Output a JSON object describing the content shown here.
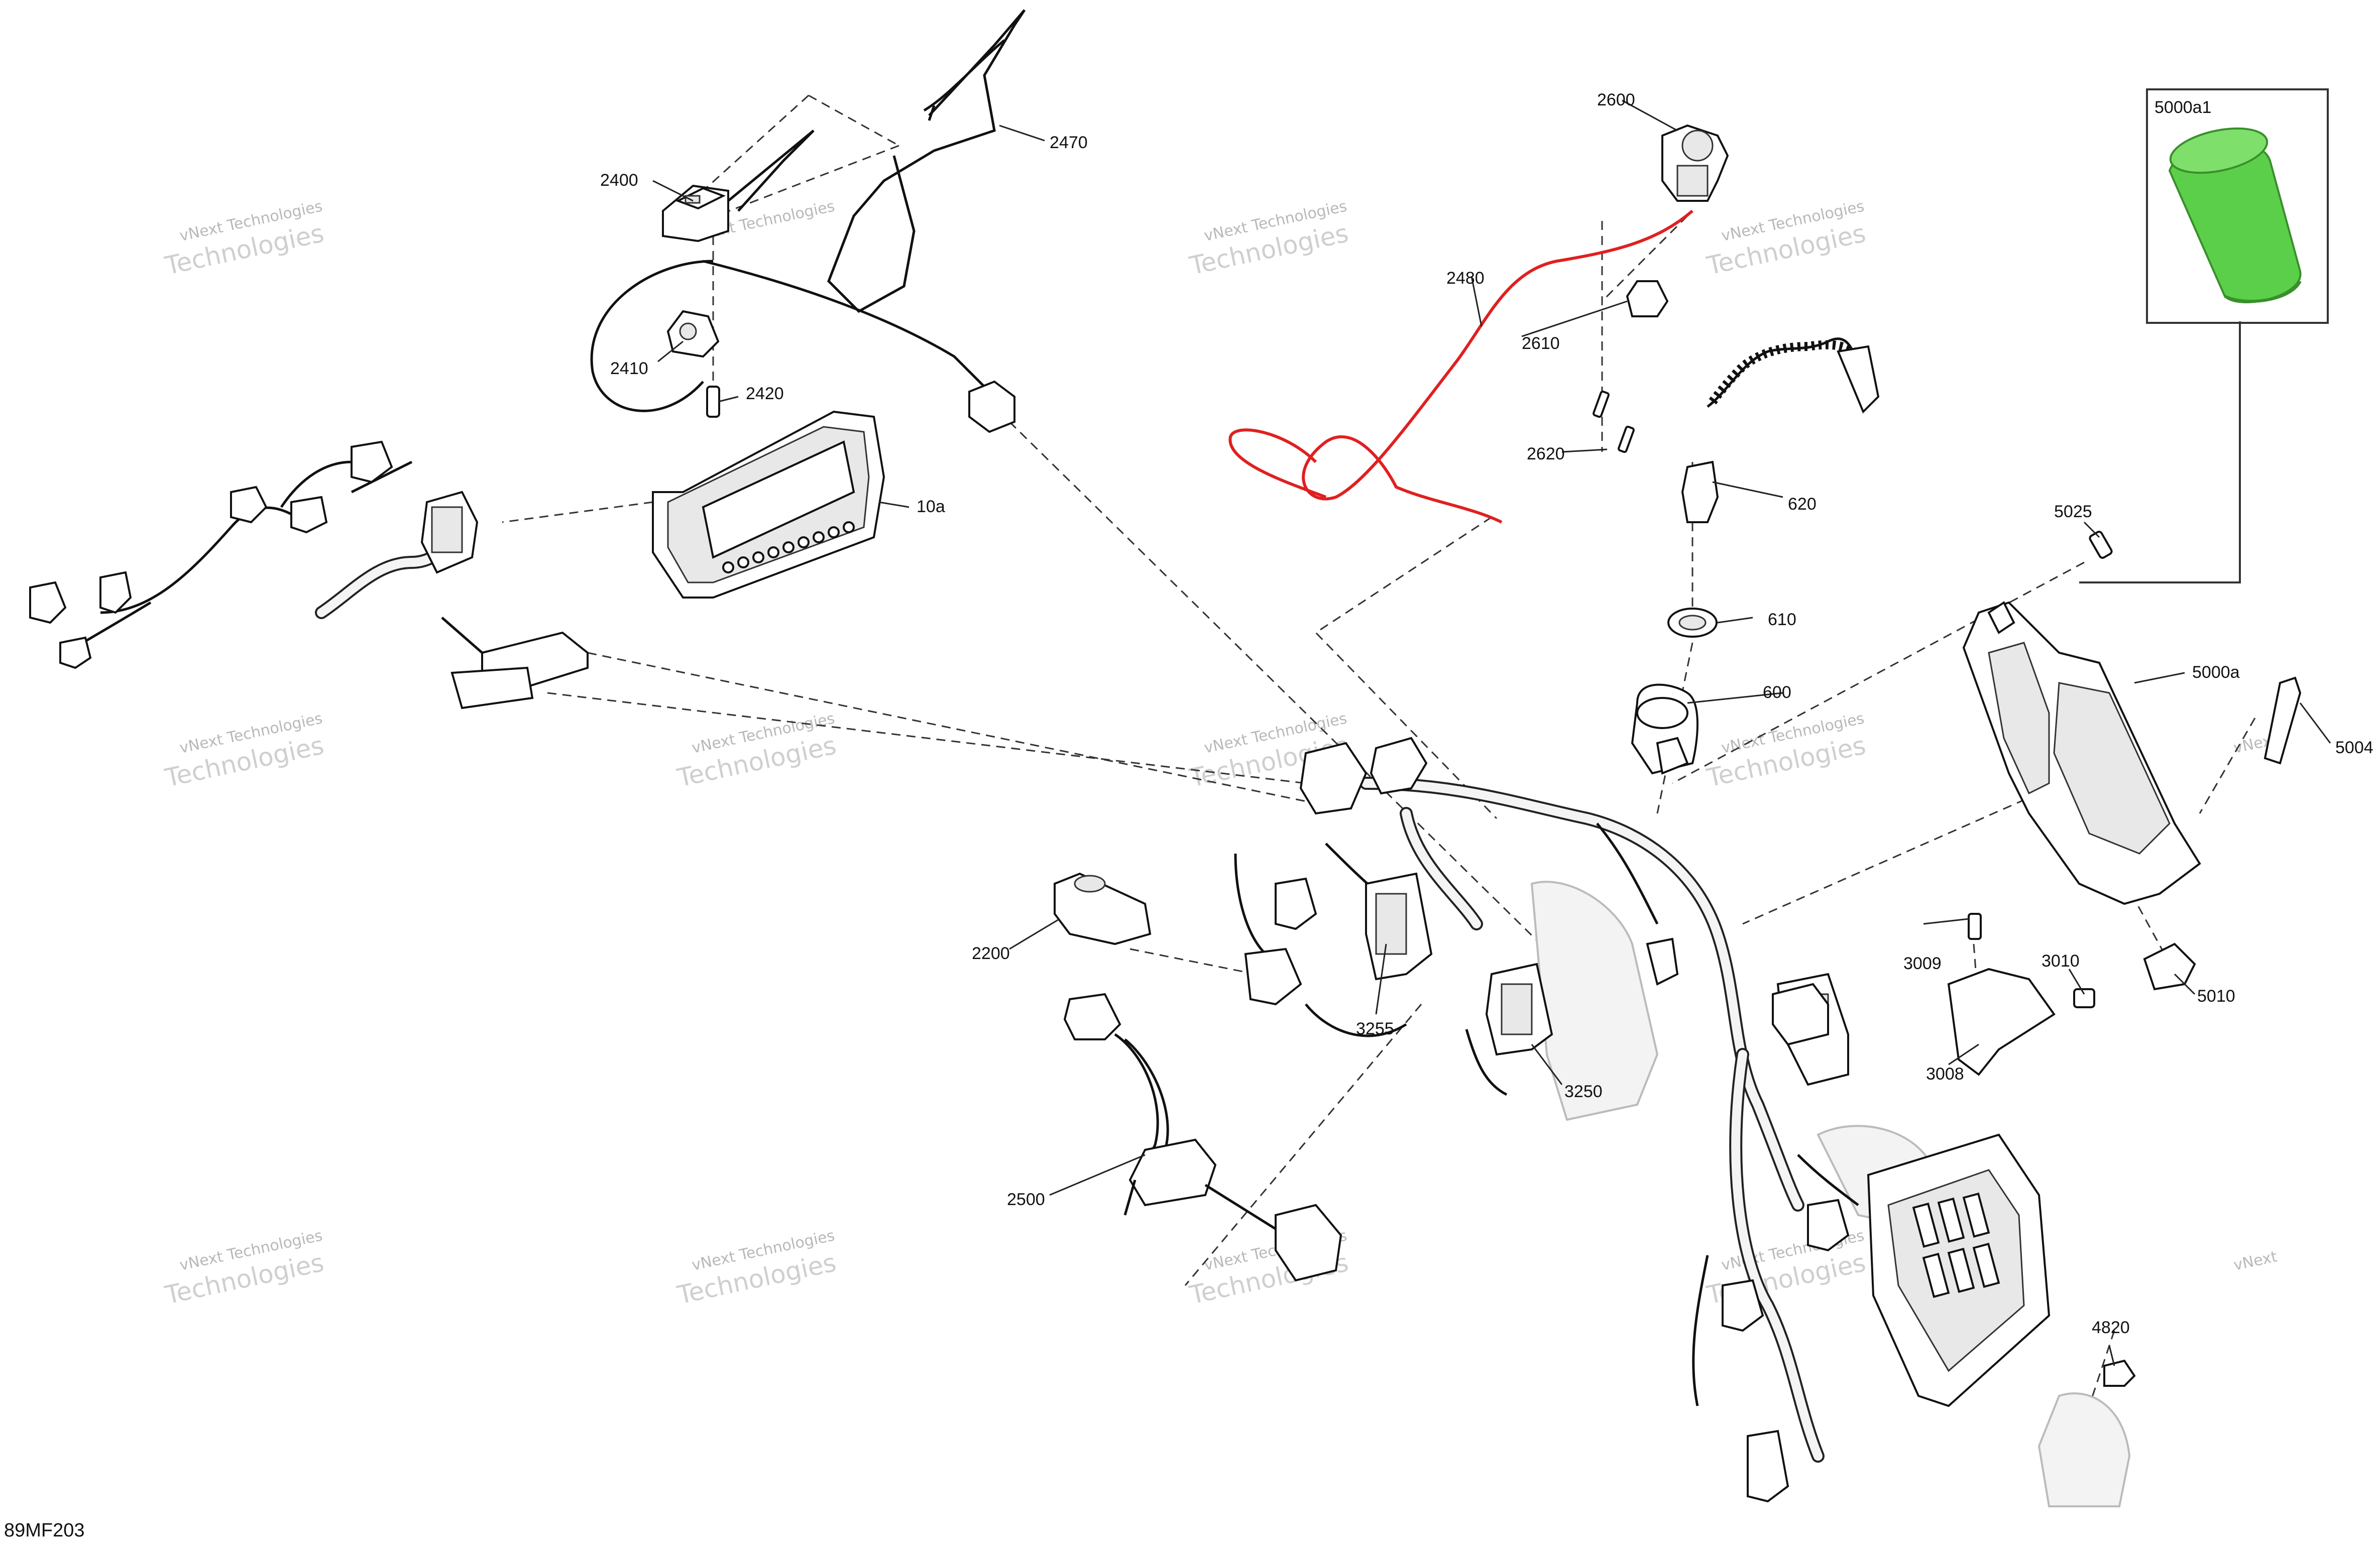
{
  "diagram_code": "89MF203",
  "watermark": {
    "line1": "vNext Technologies",
    "line2": "vNext",
    "line3": "Technologies"
  },
  "callouts": {
    "p2400": "2400",
    "p2470": "2470",
    "p2410": "2410",
    "p2420": "2420",
    "p10a": "10a",
    "p2600": "2600",
    "p2480": "2480",
    "p2610": "2610",
    "p2620": "2620",
    "p620": "620",
    "p610": "610",
    "p600": "600",
    "p5000a1": "5000a1",
    "p5025": "5025",
    "p5000a": "5000a",
    "p5004": "5004",
    "p2200": "2200",
    "p3255": "3255",
    "p3250": "3250",
    "p3009": "3009",
    "p3010": "3010",
    "p5010": "5010",
    "p3008": "3008",
    "p2500": "2500",
    "p4820": "4820"
  },
  "colors": {
    "highlight_wire": "#e02020",
    "highlight_part": "#5ccf4a",
    "line": "#111111"
  }
}
